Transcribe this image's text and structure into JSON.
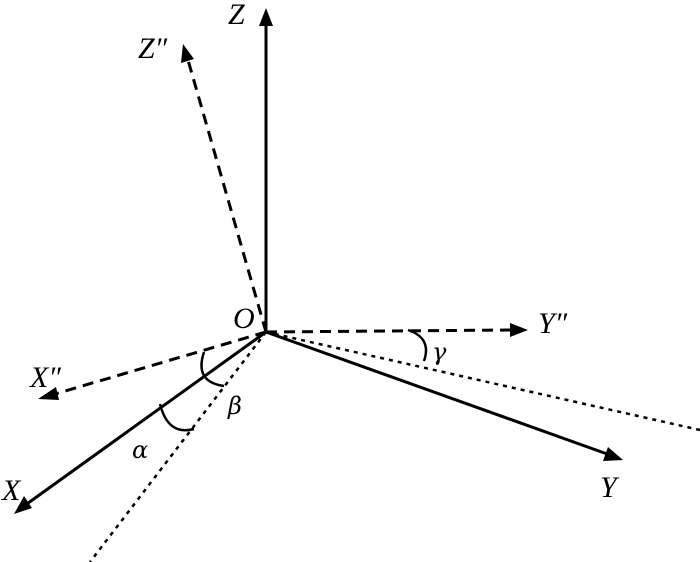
{
  "labels": {
    "origin": "O",
    "z": "Z",
    "y": "Y",
    "x": "X",
    "z_double_prime": "Z″",
    "y_double_prime": "Y″",
    "x_double_prime": "X″",
    "alpha": "α",
    "beta": "β",
    "gamma": "γ"
  }
}
